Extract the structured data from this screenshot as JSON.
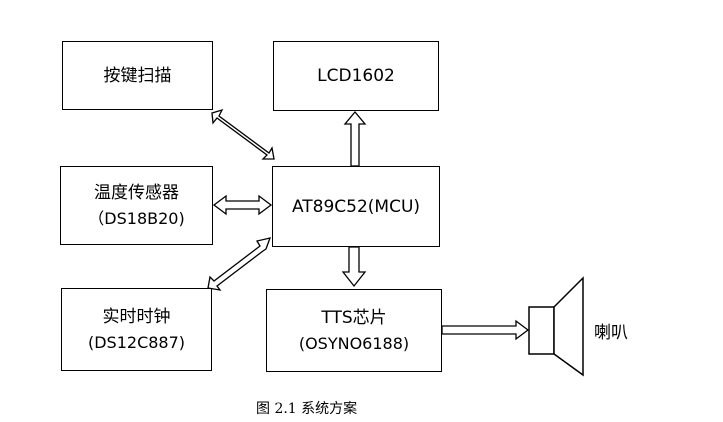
{
  "blocks": {
    "keyscan": {
      "label": "按键扫描"
    },
    "temp": {
      "label": "温度传感器",
      "sub": "（DS18B20)"
    },
    "rtc": {
      "label": "实时时钟",
      "sub": "(DS12C887)"
    },
    "lcd": {
      "label": "LCD1602"
    },
    "mcu": {
      "label": "AT89C52(MCU)"
    },
    "tts": {
      "label": "TTS芯片",
      "sub": "(OSYNO6188)"
    },
    "speaker": {
      "label": "喇叭"
    }
  },
  "caption": "图 2.1  系统方案"
}
